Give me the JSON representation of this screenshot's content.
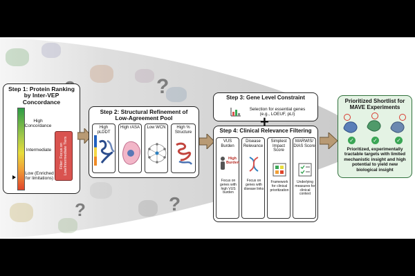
{
  "step1": {
    "title": "Step 1: Protein Ranking by Inter-VEP Concordance",
    "high": "High Concordance",
    "intermediate": "Intermediate",
    "low": "Low (Enriched for limitations)",
    "filter": "Filter: Focus on Low/Intermediate Tiers"
  },
  "step2": {
    "title": "Step 2: Structural Refinement of Low-Agreement Pool",
    "cards": [
      {
        "label": "High pLDDT"
      },
      {
        "label": "High rASA"
      },
      {
        "label": "Low WCN"
      },
      {
        "label": "High % Structure"
      }
    ]
  },
  "step3": {
    "title": "Step 3: Gene Level Constraint",
    "text": "Selection for essential genes (e.g., LOEUF, pLI)"
  },
  "step4": {
    "title": "Step 4: Clinical Relevance Filtering",
    "cards": [
      {
        "label": "VUS Burden",
        "badge": "High Burden",
        "desc": "Focus on genes with high VUS burden"
      },
      {
        "label": "Disease Relevance",
        "desc": "Focus on genes with disease links"
      },
      {
        "label": "Simplest Impact Score",
        "desc": "Framework for clinical prioritization"
      },
      {
        "label": "MARWIS/ DIAS Score",
        "desc": "Underlying measures for clinical context"
      }
    ]
  },
  "shortlist": {
    "title": "Prioritized Shortlist for MAVE Experiments",
    "text": "Prioritized, experimentally tractable targets with limited mechanistic insight and high potential to yield new biological insight"
  },
  "plus": "+",
  "question_mark": "?",
  "colors": {
    "gradient_top": "#2e9c45",
    "gradient_mid": "#e8dc3c",
    "gradient_bottom": "#e0452a",
    "filter_red": "#d9534f",
    "arrow_tan": "#b89a74",
    "check_green": "#3aa655",
    "target_red": "#d8382e"
  }
}
